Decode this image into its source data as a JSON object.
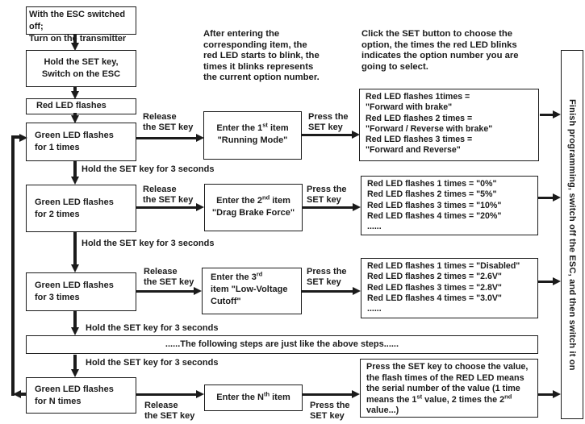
{
  "colors": {
    "ink": "#1b1b1b",
    "background": "#ffffff"
  },
  "start": {
    "box1_line1": "With the ESC switched off;",
    "box1_line2": "Turn on the transmitter",
    "box2_line1": "Hold the SET key,",
    "box2_line2": "Switch on the ESC",
    "box3": "Red LED flashes"
  },
  "green_boxes": [
    {
      "line1": "Green LED flashes",
      "line2": "for 1 times"
    },
    {
      "line1": "Green LED flashes",
      "line2": "for 2 times"
    },
    {
      "line1": "Green LED flashes",
      "line2": "for 3 times"
    },
    {
      "line1": "Green LED flashes",
      "line2": "for N times"
    }
  ],
  "notes": {
    "middle": "After entering the corresponding item, the red LED starts to blink, the times it blinks represents the current option number.",
    "right": "Click the SET button to choose the option, the times the red LED blinks indicates the option number you are going to select."
  },
  "labels": {
    "hold": "Hold the SET key for 3 seconds",
    "release_l1": "Release",
    "release_l2": "the SET key",
    "press_l1": "Press the",
    "press_l2": "SET key"
  },
  "items": {
    "i1": {
      "pre": "Enter the 1",
      "sup": "st",
      "post": " item",
      "name": "\"Running Mode\""
    },
    "i2": {
      "pre": "Enter the 2",
      "sup": "nd",
      "post": " item",
      "name": "\"Drag Brake Force\""
    },
    "i3": {
      "pre": "Enter the 3",
      "sup": "rd",
      "l2": "item \"Low-Voltage",
      "l3": "Cutoff\""
    },
    "iN": {
      "pre": "Enter the N",
      "sup": "th",
      "post": " item"
    }
  },
  "options": {
    "box1": [
      "Red LED flashes 1times =",
      "\"Forward with brake\"",
      "Red LED flashes 2 times =",
      "\"Forward / Reverse with brake\"",
      "Red LED flashes 3 times =",
      "\"Forward and Reverse\""
    ],
    "box2": [
      "Red LED flashes 1 times = \"0%\"",
      "Red LED flashes 2 times = \"5%\"",
      "Red LED flashes 3 times = \"10%\"",
      "Red LED flashes 4 times = \"20%\"",
      "......"
    ],
    "box3": [
      "Red LED flashes 1 times = \"Disabled\"",
      "Red LED flashes 2 times = \"2.6V\"",
      "Red LED flashes 3 times = \"2.8V\"",
      "Red LED flashes 4 times = \"3.0V\"",
      "......"
    ],
    "box4": {
      "p1": "Press the SET key to choose the value, the flash times of the RED LED means the serial number of the value (1 time means the 1",
      "sup1": "st",
      "p2": " value, 2 times the 2",
      "sup2": "nd",
      "p3": " value...)"
    }
  },
  "middle_step": "......The following steps are just like the above steps......",
  "finish_bar": "Finish programming, switch off the ESC, and then switch it on"
}
